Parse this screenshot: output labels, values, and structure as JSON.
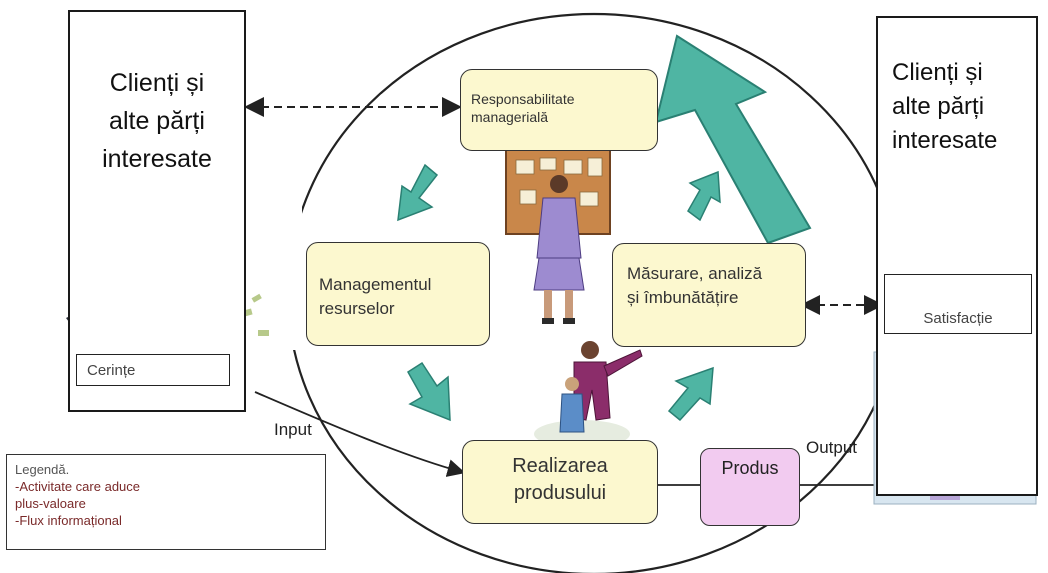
{
  "left_column": {
    "title_lines": [
      "Clienți și",
      "alte părți",
      "interesate"
    ],
    "box_label": "Cerințe"
  },
  "right_column": {
    "title_lines": [
      "Clienți și",
      "alte părți",
      "interesate"
    ],
    "box_label": "Satisfacție"
  },
  "nodes": {
    "responsabilitate": "Responsabilitate managerială",
    "resurse": "Managementul resurselor",
    "masurare": "Măsurare, analiză și îmbunătățire",
    "realizare": "Realizarea produsului",
    "produs": "Produs"
  },
  "flow_labels": {
    "input": "Input",
    "output": "Output"
  },
  "legend": {
    "title": "Legendă.",
    "item1_line1": "-Activitate care aduce",
    "item1_line2": "plus-valoare",
    "item2": "-Flux informațional"
  },
  "colors": {
    "node_fill": "#fcf8cf",
    "produs_fill": "#f2cbf0",
    "arrow_teal": "#4fb5a3",
    "arrow_teal_dark": "#2a8073"
  }
}
